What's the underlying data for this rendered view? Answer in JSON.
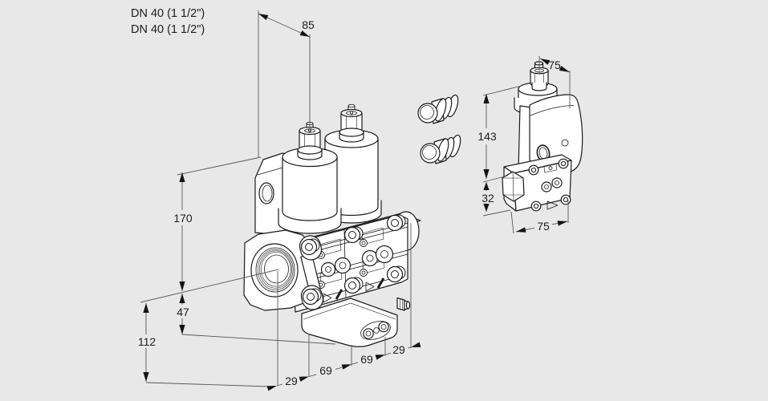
{
  "drawing": {
    "labels": {
      "dn_top": "DN 40 (1 1/2\")",
      "dn_bottom": "DN 40 (1 1/2\")"
    },
    "main_view": {
      "dims": {
        "top_width": "85",
        "upper_height": "170",
        "port_to_base": "47",
        "base_height": "112",
        "bottom": [
          "29",
          "69",
          "69",
          "29"
        ]
      }
    },
    "side_view": {
      "dims": {
        "top_width": "75",
        "body_height": "143",
        "lower_height": "32",
        "bottom_width": "75"
      }
    },
    "colors": {
      "background": "#e8e8e8",
      "line": "#1a1a1a",
      "dimension_line": "#585858",
      "fill": "#ffffff",
      "text": "#1d1d1d"
    }
  }
}
